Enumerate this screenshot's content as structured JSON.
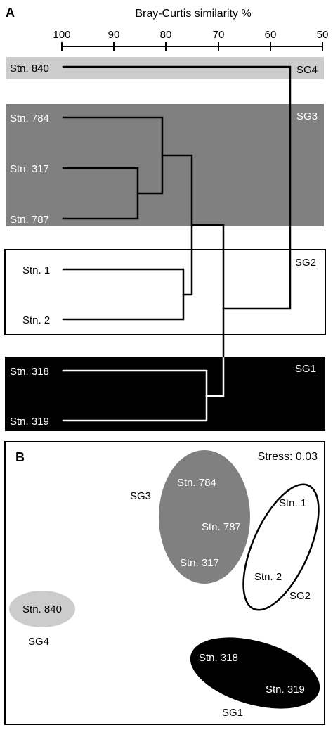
{
  "panel_a": {
    "letter": "A",
    "axis": {
      "title": "Bray-Curtis similarity %",
      "ticks": [
        "100",
        "90",
        "80",
        "70",
        "60",
        "50"
      ]
    },
    "groups": [
      {
        "name": "SG4",
        "fill": "#cccccc",
        "stations": [
          "Stn. 840"
        ]
      },
      {
        "name": "SG3",
        "fill": "#808080",
        "stations": [
          "Stn. 784",
          "Stn. 317",
          "Stn. 787"
        ]
      },
      {
        "name": "SG2",
        "fill": "#ffffff",
        "stations": [
          "Stn. 1",
          "Stn. 2"
        ]
      },
      {
        "name": "SG1",
        "fill": "#000000",
        "stations": [
          "Stn. 318",
          "Stn. 319"
        ]
      }
    ]
  },
  "panel_b": {
    "letter": "B",
    "stress": "Stress: 0.03",
    "clusters": [
      {
        "name": "SG3",
        "stations": [
          "Stn. 784",
          "Stn. 787",
          "Stn. 317"
        ]
      },
      {
        "name": "SG2",
        "stations": [
          "Stn. 1",
          "Stn. 2"
        ]
      },
      {
        "name": "SG4",
        "stations": [
          "Stn. 840"
        ]
      },
      {
        "name": "SG1",
        "stations": [
          "Stn. 318",
          "Stn. 319"
        ]
      }
    ]
  },
  "colors": {
    "sg4": "#cccccc",
    "sg3": "#808080",
    "sg2": "#ffffff",
    "sg1": "#000000"
  }
}
